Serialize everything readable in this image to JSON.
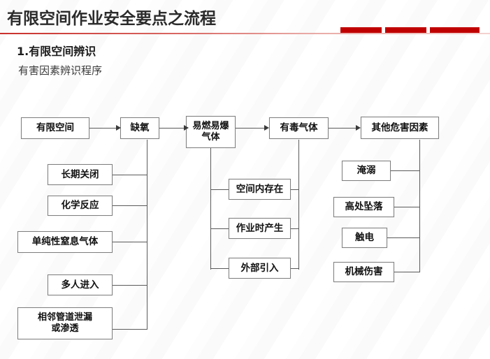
{
  "header": {
    "title": "有限空间作业安全要点之流程",
    "chevrons_icon": "double-chevron-right-icon",
    "accent_color": "#c00000",
    "rule_color": "#c9302c",
    "red_segments": 3
  },
  "section": {
    "number_title": "1.有限空间辨识",
    "subtitle": "有害因素辨识程序"
  },
  "flow": {
    "top_row": [
      {
        "id": "confined-space",
        "label": "有限空间"
      },
      {
        "id": "oxygen-deficiency",
        "label": "缺氧"
      },
      {
        "id": "flammable-explosive-gas",
        "label": "易燃易爆\n气体"
      },
      {
        "id": "toxic-gas",
        "label": "有毒气体"
      },
      {
        "id": "other-hazard-factors",
        "label": "其他危害因素"
      }
    ],
    "left_branch": [
      {
        "id": "long-term-closure",
        "label": "长期关闭"
      },
      {
        "id": "chemical-reaction",
        "label": "化学反应"
      },
      {
        "id": "simple-asphyxiant-gas",
        "label": "单纯性窒息气体"
      },
      {
        "id": "multiple-people-entry",
        "label": "多人进入"
      },
      {
        "id": "adjacent-pipe-leak",
        "label": "相邻管道泄漏\n或渗透"
      }
    ],
    "middle_branch": [
      {
        "id": "existing-in-space",
        "label": "空间内存在"
      },
      {
        "id": "generated-during-work",
        "label": "作业时产生"
      },
      {
        "id": "external-introduction",
        "label": "外部引入"
      }
    ],
    "right_branch": [
      {
        "id": "drowning",
        "label": "淹溺"
      },
      {
        "id": "fall-from-height",
        "label": "高处坠落"
      },
      {
        "id": "electric-shock",
        "label": "触电"
      },
      {
        "id": "mechanical-injury",
        "label": "机械伤害"
      }
    ]
  }
}
